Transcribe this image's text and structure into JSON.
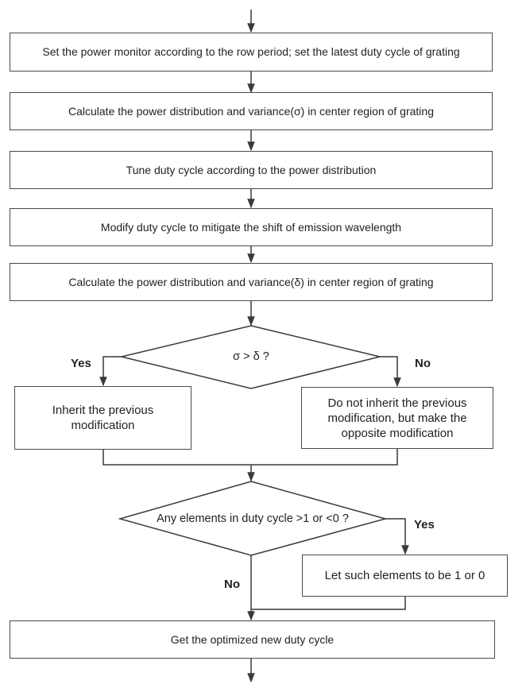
{
  "steps": {
    "s1": "Set the power monitor according to the row period; set the latest duty cycle of grating",
    "s2": "Calculate the power distribution and variance(σ) in center region of grating",
    "s3": "Tune duty cycle according to the power distribution",
    "s4": "Modify duty cycle to mitigate the shift of emission wavelength",
    "s5": "Calculate the power distribution and variance(δ) in center region of grating",
    "inherit": "Inherit the previous modification",
    "opposite": "Do not inherit the previous modification, but make the opposite modification",
    "clamp": "Let such elements to be 1 or 0",
    "final": "Get the optimized new duty cycle"
  },
  "decisions": {
    "d1": "σ > δ ?",
    "d2": "Any elements in duty cycle >1 or <0 ?"
  },
  "labels": {
    "d1_yes": "Yes",
    "d1_no": "No",
    "d2_yes": "Yes",
    "d2_no": "No"
  }
}
